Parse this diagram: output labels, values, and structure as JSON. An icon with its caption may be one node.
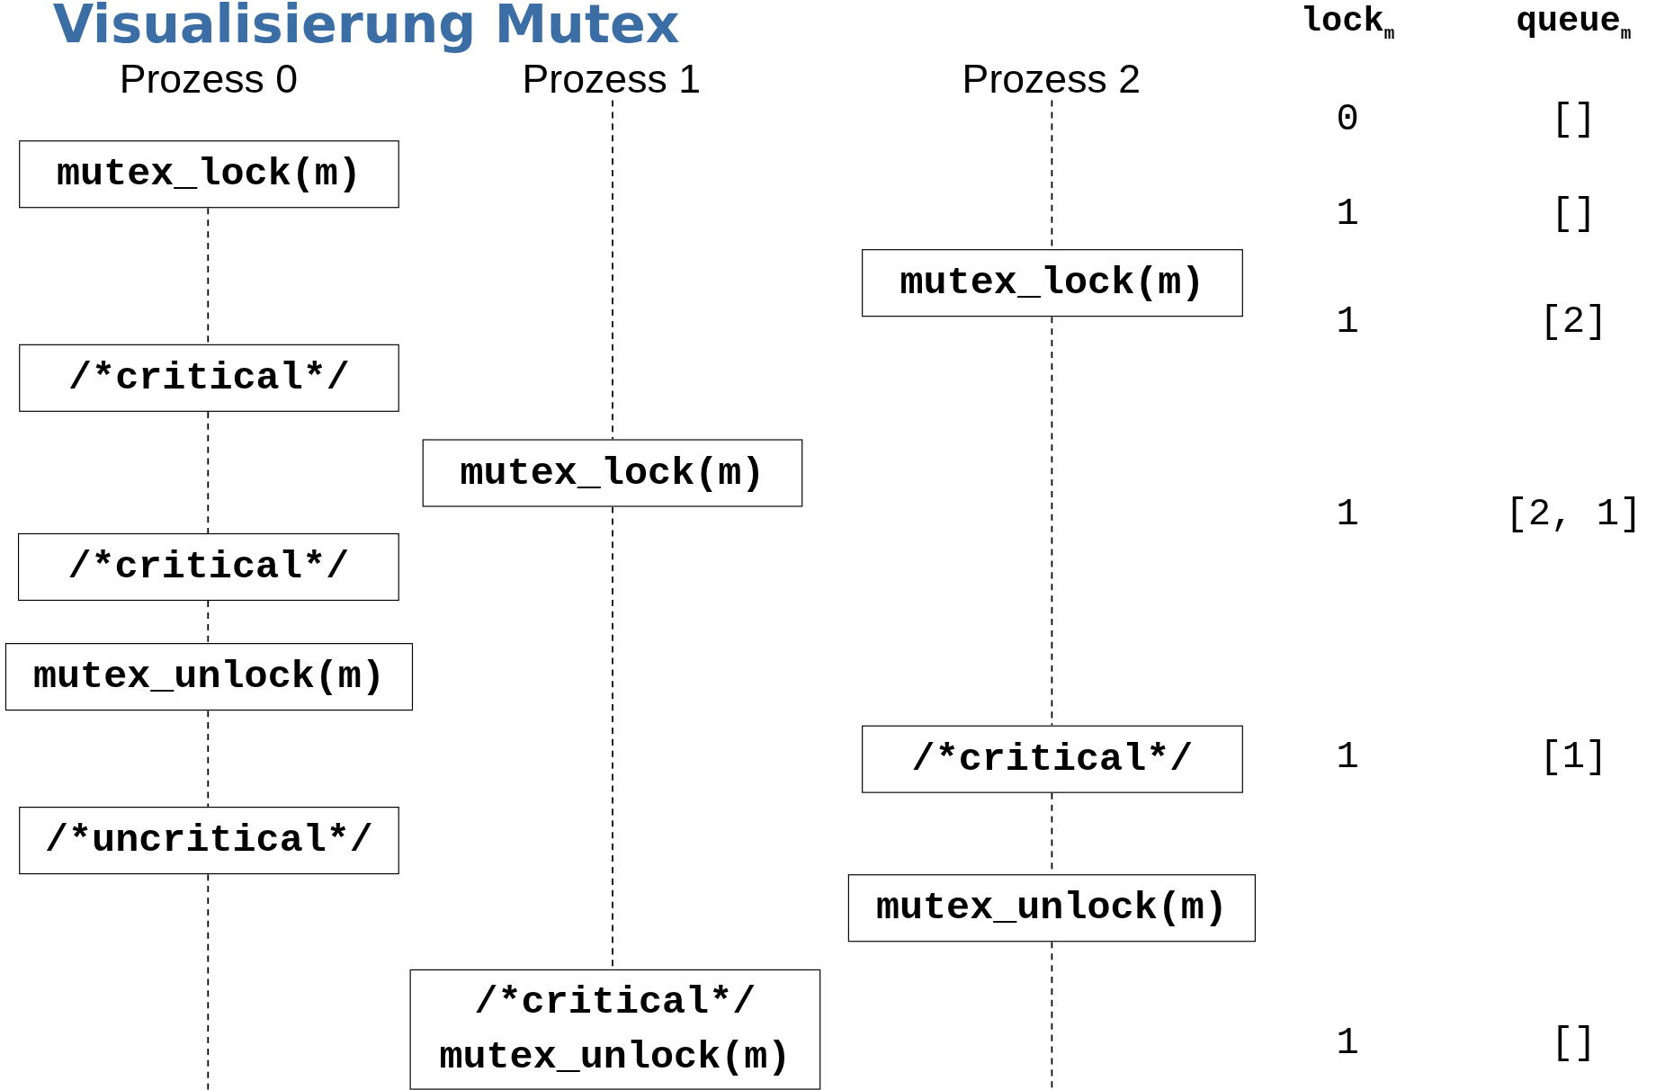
{
  "diagram": {
    "title": "Visualisierung Mutex",
    "nodes": [
      {
        "text": [
          "Prozess 0"
        ]
      },
      {
        "text": [
          "Prozess 1"
        ]
      },
      {
        "text": [
          "Prozess 2"
        ]
      },
      {
        "text": [
          "mutex_lock(m)"
        ]
      },
      {
        "text": [
          "/*critical*/"
        ]
      },
      {
        "text": [
          "/*critical*/"
        ]
      },
      {
        "text": [
          "mutex_unlock(m)"
        ]
      },
      {
        "text": [
          "/*uncritical*/"
        ]
      },
      {
        "text": [
          "mutex_lock(m)"
        ]
      },
      {
        "text": [
          "/*critical*/",
          "mutex_unlock(m)"
        ]
      },
      {
        "text": [
          "mutex_lock(m)"
        ]
      },
      {
        "text": [
          "/*critical*/"
        ]
      },
      {
        "text": [
          "mutex_unlock(m)"
        ]
      }
    ],
    "edges": [
      {
        "from": 3,
        "to": 4,
        "arrow": "none",
        "style": "dashed"
      },
      {
        "from": 4,
        "to": 5,
        "arrow": "none",
        "style": "dashed"
      },
      {
        "from": 5,
        "to": 6,
        "arrow": "none",
        "style": "dashed"
      },
      {
        "from": 6,
        "to": 7,
        "arrow": "none",
        "style": "dashed"
      },
      {
        "from": 7,
        "to": null,
        "arrow": "none",
        "style": "dashed"
      },
      {
        "from": 1,
        "to": 8,
        "arrow": "none",
        "style": "dashed"
      },
      {
        "from": 8,
        "to": 9,
        "arrow": "none",
        "style": "dashed"
      },
      {
        "from": 2,
        "to": 10,
        "arrow": "none",
        "style": "dashed"
      },
      {
        "from": 10,
        "to": 11,
        "arrow": "none",
        "style": "dashed"
      },
      {
        "from": 11,
        "to": 12,
        "arrow": "none",
        "style": "dashed"
      },
      {
        "from": 12,
        "to": null,
        "arrow": "none",
        "style": "dashed"
      }
    ],
    "labels": [
      "lock$_{m}$",
      "queue$_{m}$",
      "0",
      "[]",
      "1",
      "[]",
      "1",
      "[2]",
      "1",
      "[2, 1]",
      "1",
      "[1]",
      "1",
      "[]"
    ]
  }
}
